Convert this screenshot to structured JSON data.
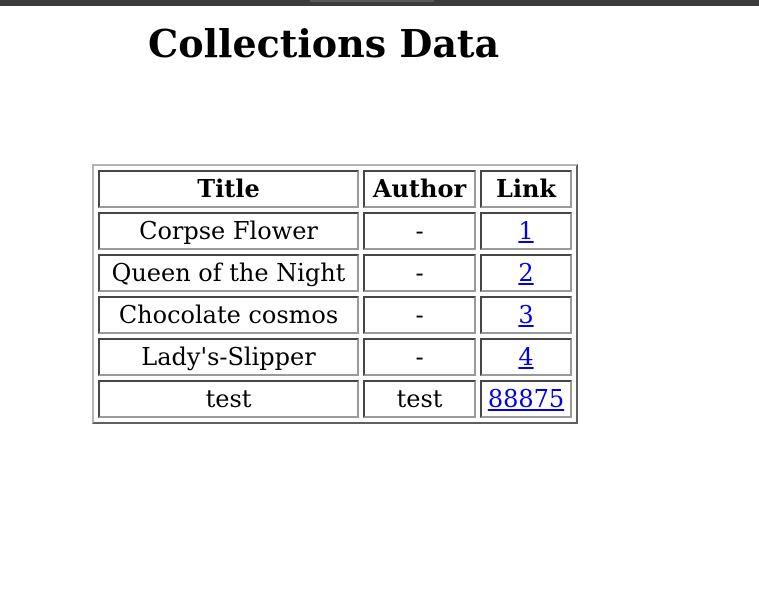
{
  "page": {
    "title": "Collections Data"
  },
  "table": {
    "headers": {
      "title": "Title",
      "author": "Author",
      "link": "Link"
    },
    "rows": [
      {
        "title": "Corpse Flower",
        "author": "-",
        "link": "1"
      },
      {
        "title": "Queen of the Night",
        "author": "-",
        "link": "2"
      },
      {
        "title": "Chocolate cosmos",
        "author": "-",
        "link": "3"
      },
      {
        "title": "Lady's-Slipper",
        "author": "-",
        "link": "4"
      },
      {
        "title": "test",
        "author": "test",
        "link": "88875"
      }
    ]
  },
  "colors": {
    "link": "#0000ee",
    "top_bar": "#3c3c3c"
  }
}
